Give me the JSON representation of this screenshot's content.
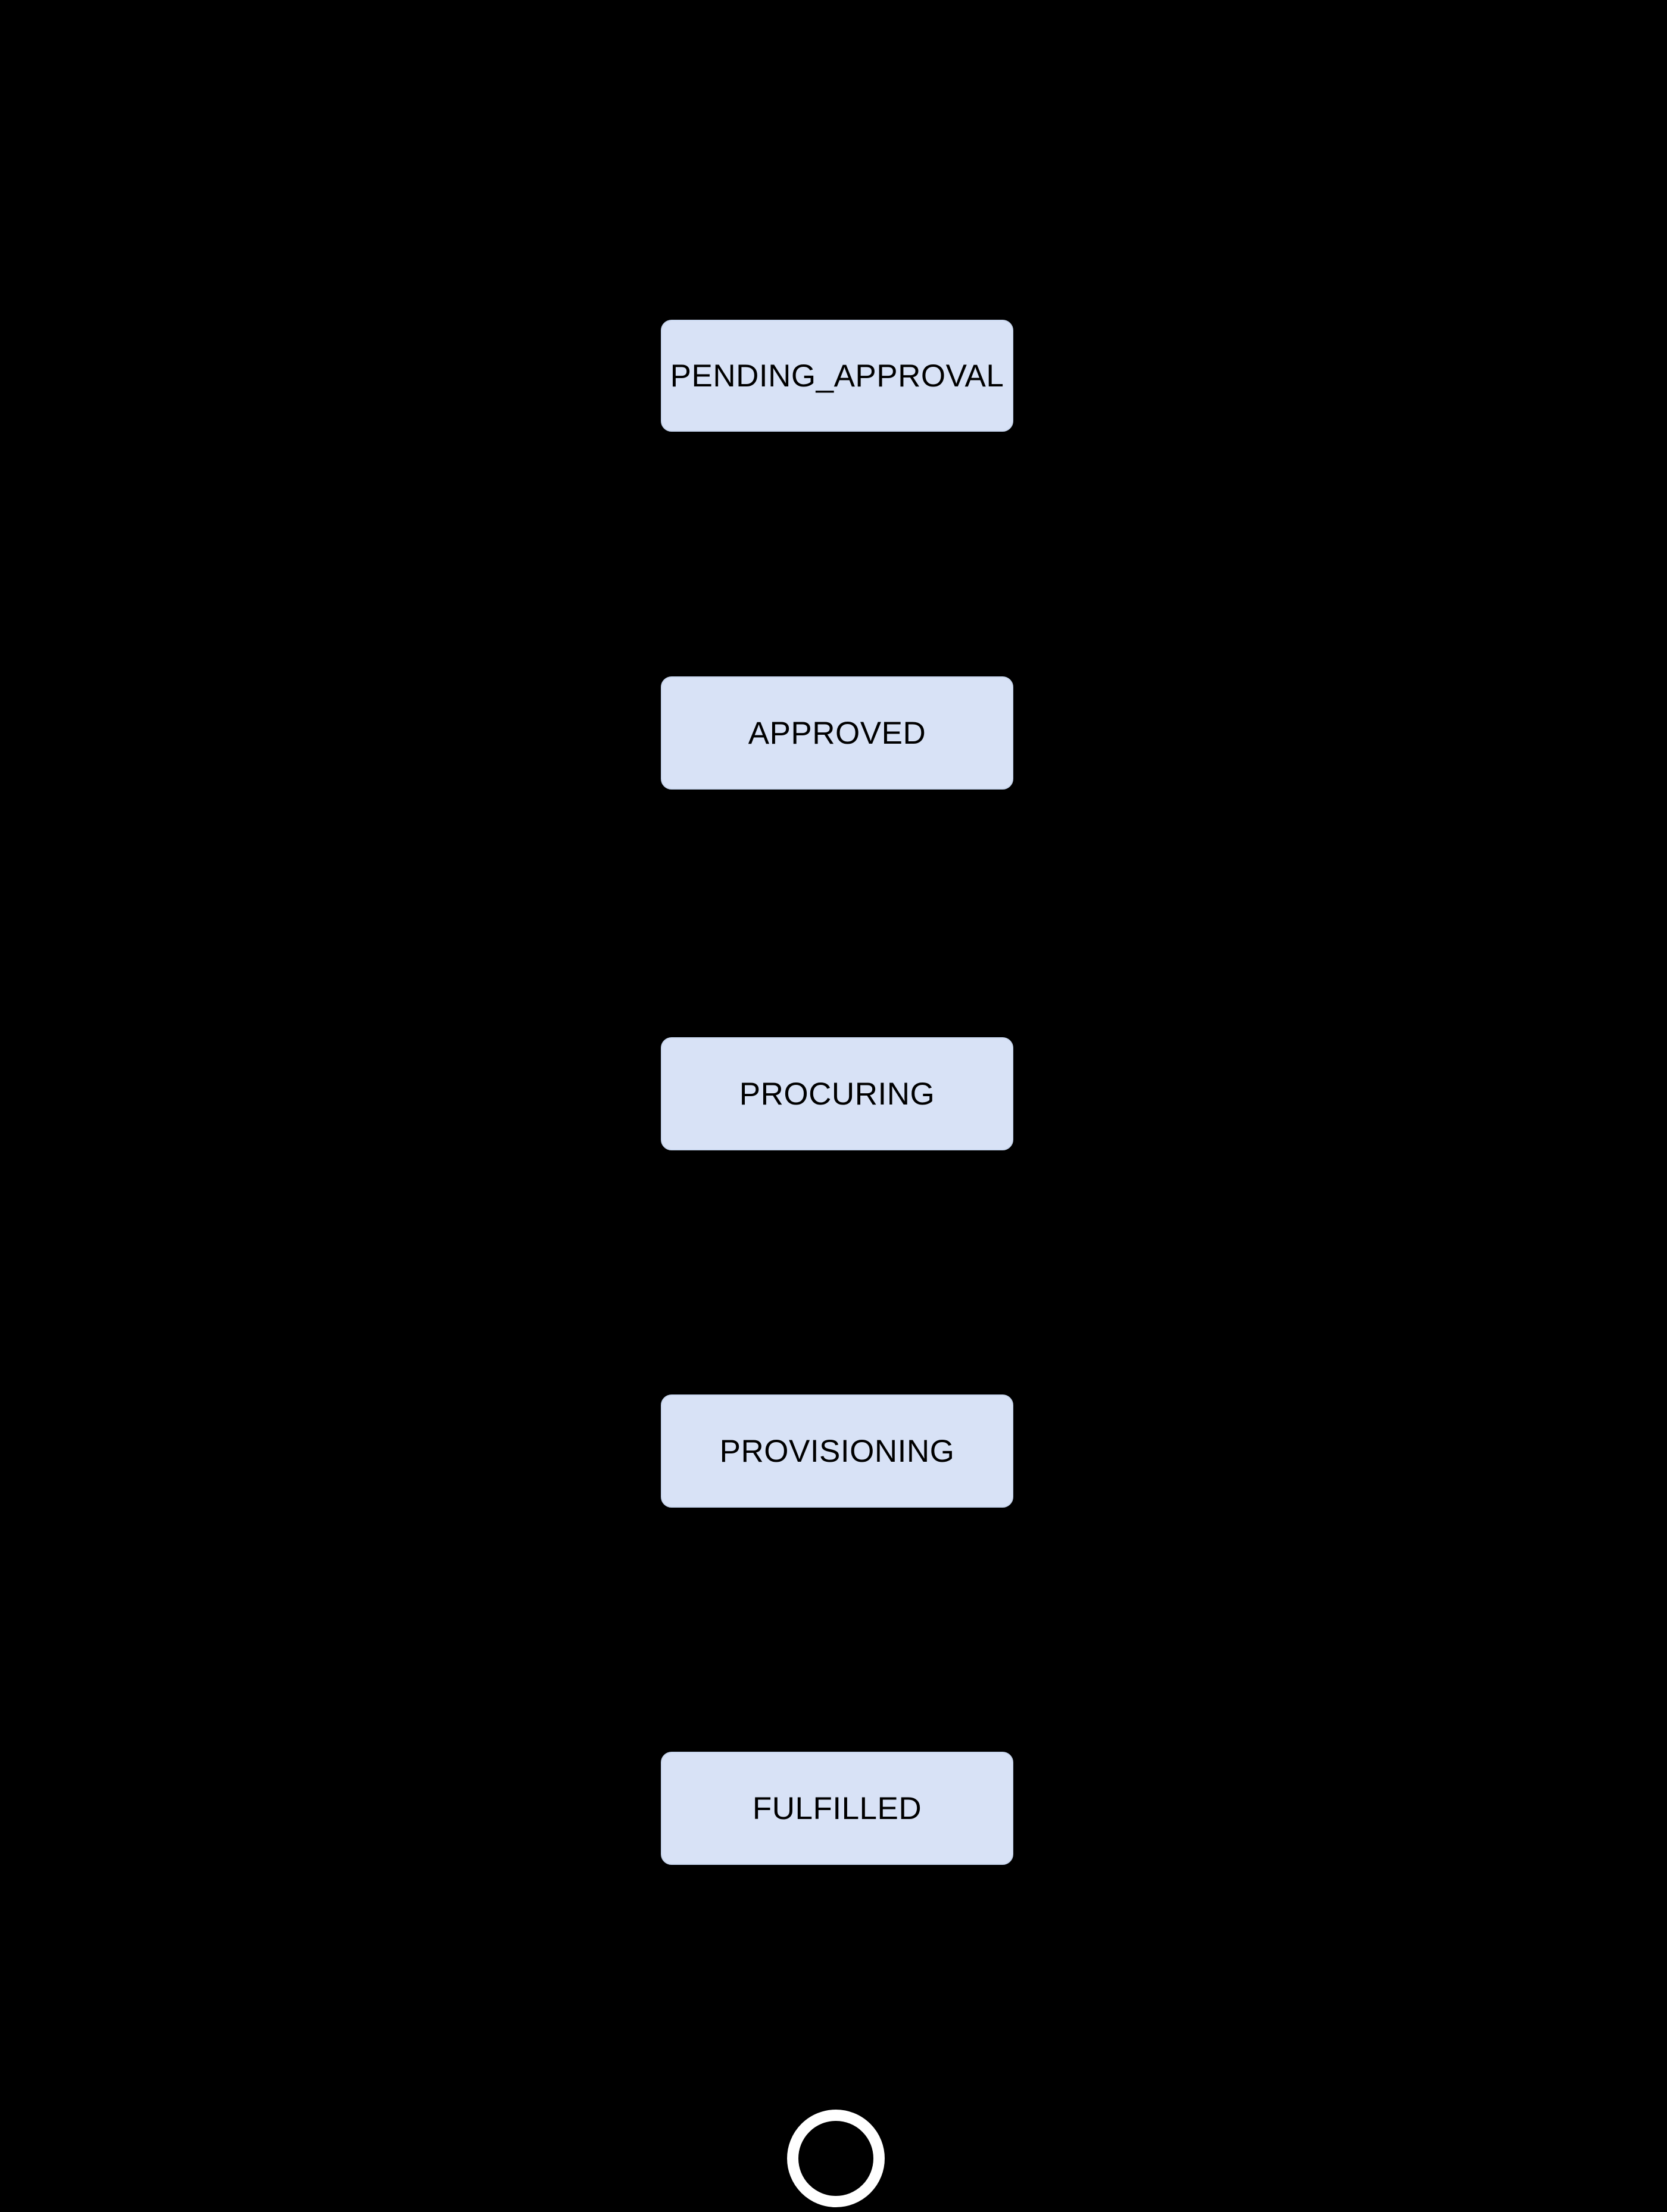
{
  "diagram": {
    "type": "state-flow",
    "background_color": "#000000",
    "node_fill_color": "#d8e2f6",
    "node_text_color": "#000000",
    "final_state_ring_color": "#ffffff",
    "nodes": [
      {
        "label": "PENDING_APPROVAL"
      },
      {
        "label": "APPROVED"
      },
      {
        "label": "PROCURING"
      },
      {
        "label": "PROVISIONING"
      },
      {
        "label": "FULFILLED"
      }
    ],
    "flow_order": "PENDING_APPROVAL → APPROVED → PROCURING → PROVISIONING → FULFILLED → end"
  }
}
